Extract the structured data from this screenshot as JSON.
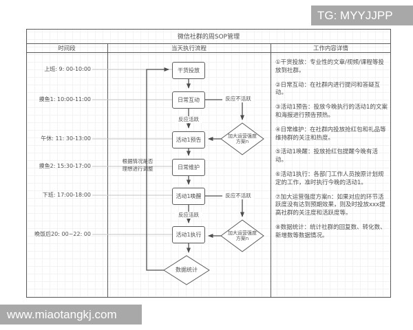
{
  "watermarks": {
    "top_right": "TG: MYYJJPP",
    "bottom_left": "www.miaotangkj.com"
  },
  "table": {
    "title": "微信社群的周SOP管理",
    "columns": [
      {
        "label": "时间段"
      },
      {
        "label": "当天执行流程"
      },
      {
        "label": "工作内容详情"
      }
    ]
  },
  "timeline": {
    "rows": [
      {
        "label": "上班: 9: 00-10:00"
      },
      {
        "label": "摸鱼1: 10:00-11:00"
      },
      {
        "label": "午休: 11: 30-13:00"
      },
      {
        "label": "摸鱼2: 15:30-17:00"
      },
      {
        "label": "下班: 17:00-18:00"
      },
      {
        "label": "晚饭后20: 00~22: 00"
      }
    ]
  },
  "flowchart": {
    "nodes": [
      {
        "id": "ganhuo-toufang",
        "shape": "rect",
        "label": "干货投放"
      },
      {
        "id": "richang-hudong",
        "shape": "rect",
        "label": "日常互动"
      },
      {
        "id": "huodong1-yugao",
        "shape": "rect",
        "label": "活动1预告"
      },
      {
        "id": "richang-weihu",
        "shape": "rect",
        "label": "日常维护"
      },
      {
        "id": "huodong1-huanxing",
        "shape": "rect",
        "label": "活动1唤醒"
      },
      {
        "id": "huodong1-zhixing",
        "shape": "rect",
        "label": "活动1执行"
      },
      {
        "id": "shuju-tongji",
        "shape": "diamond",
        "label": "数据统计"
      },
      {
        "id": "jiada-fangan-1",
        "shape": "diamond",
        "label_line1": "加大运营强度",
        "label_line2": "方案n"
      },
      {
        "id": "jiada-fangan-2",
        "shape": "diamond",
        "label_line1": "加大运营强度",
        "label_line2": "方案n"
      }
    ],
    "edge_labels": {
      "active_1": "反应活跃",
      "active_2": "反应活跃",
      "inactive_1": "反应不活跃",
      "inactive_2": "反应不活跃",
      "feedback_line1": "根据情况是否",
      "feedback_line2": "理想进行调整"
    }
  },
  "details": {
    "items": [
      "①干货投放：专业性的文章/视频/课程等投放到社群。",
      "②日常互动：在社群内进行提问和答疑互动。",
      "③活动1预告：投放今晚执行的活动1的文案和海报进行预告预热。",
      "④日常维护：在社群内投放抢红包和礼品等维持群的关注和热度。",
      "⑤活动1唤醒：投放抢红包提醒今晚有活动。",
      "⑥活动1执行：各部门工作人员按原计划规定的工作，准时执行今晚的活动1。",
      "⑦加大运营强度方案n：如果对应的环节活跃度没有达到预期效果，则及时投放xxx提高社群的关注度和活跃度等。",
      "⑧数据统计：统计社群的回复数、转化数、新增数等数据情况。"
    ]
  },
  "colors": {
    "edge_line": "#4d4d4d",
    "border": "#5a5a5a",
    "text": "#4f4f4f",
    "watermark_bg": "#a8a8a8",
    "leader_line": "#c6c6c6",
    "grid": "#f3f3f3"
  }
}
